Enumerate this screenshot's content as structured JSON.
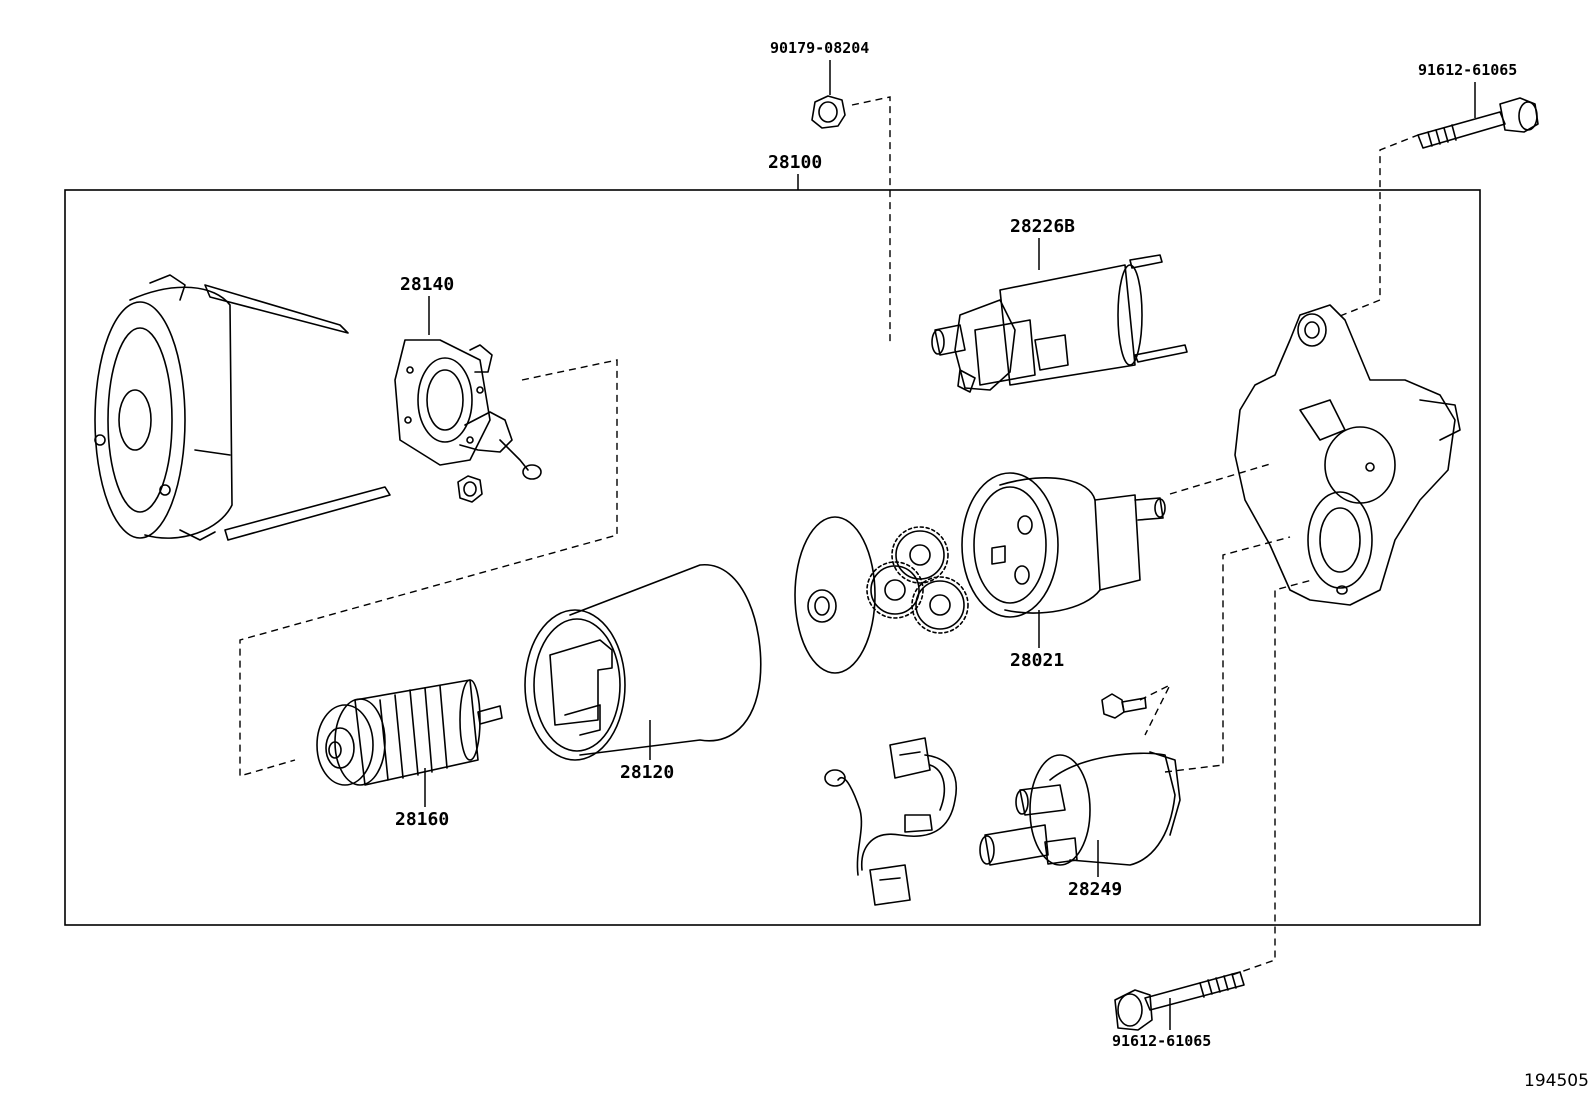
{
  "figure_number": "194505",
  "assembly": {
    "part_no": "28100"
  },
  "parts": {
    "nut_top": "90179-08204",
    "bolt_top": "91612-61065",
    "bolt_bottom": "91612-61065",
    "holder": "28226B",
    "brush_plate": "28140",
    "armature": "28160",
    "yoke": "28120",
    "clutch": "28021",
    "solenoid": "28249"
  }
}
